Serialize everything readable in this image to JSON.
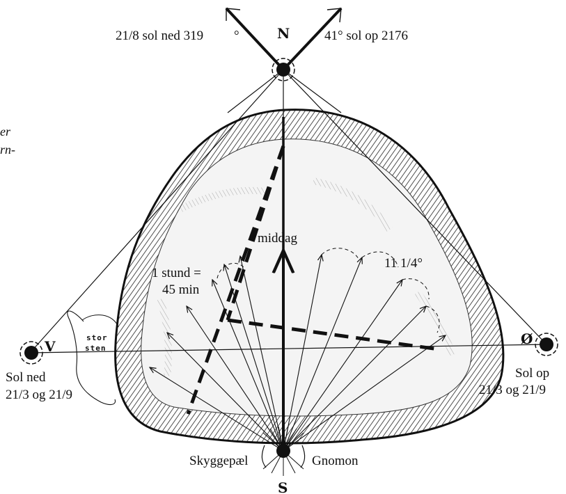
{
  "labels": {
    "nw_sunset": "21/8 sol ned 319",
    "nw_degree": "°",
    "ne_sunrise": "41° sol op 2176",
    "north": "N",
    "south": "S",
    "west": "V",
    "east": "Ø",
    "margin_line1": "er",
    "margin_line2": "rn-",
    "noon": "middag",
    "hour_line1": "1 stund =",
    "hour_line2": "45 min",
    "angle": "11 1/4°",
    "stone_line1": "stor",
    "stone_line2": "sten",
    "sunset_line1": "Sol ned",
    "sunset_line2": "21/3 og 21/9",
    "sunrise_line1": "Sol op",
    "sunrise_line2": "21/3 og 21/9",
    "shadow_pole": "Skyggepæl",
    "gnomon": "Gnomon"
  },
  "colors": {
    "ink": "#111111",
    "paper": "#ffffff",
    "stone_rim": "#1a1a1a",
    "stone_fill": "#f4f4f4"
  },
  "icons": [
    "north-arrow-icon",
    "compass-marker-icon",
    "sun-marker-icon"
  ]
}
